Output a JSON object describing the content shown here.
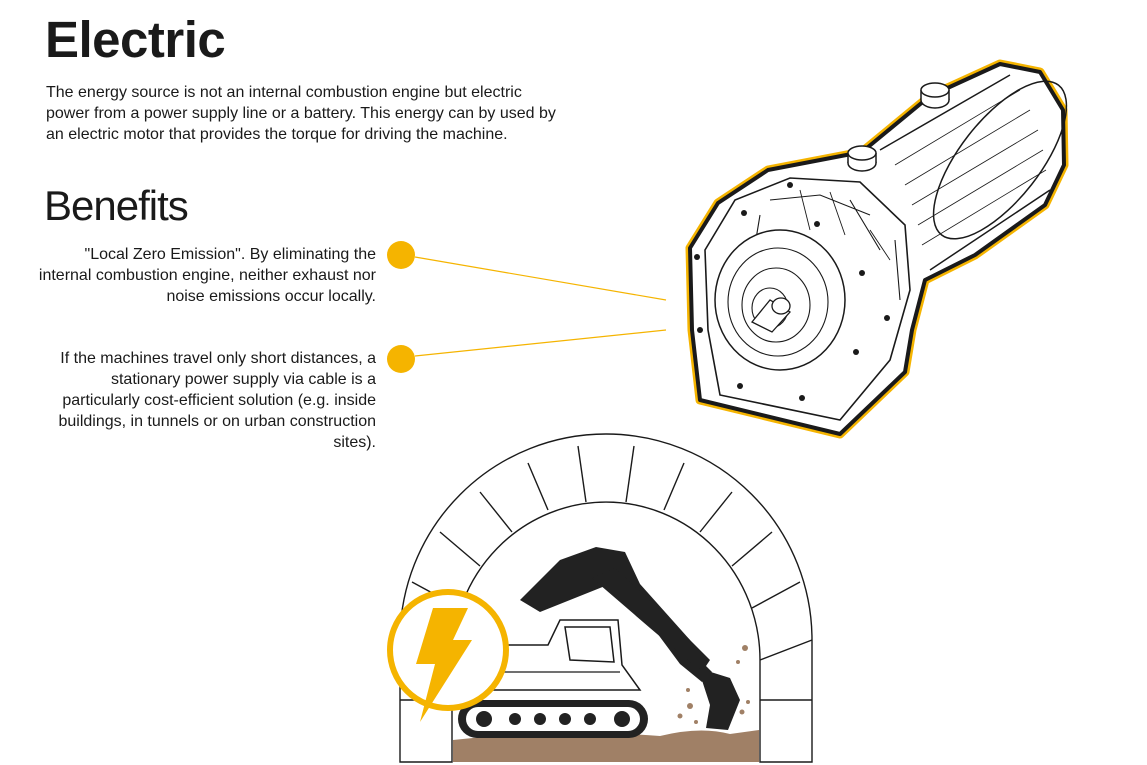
{
  "colors": {
    "accent": "#f5b400",
    "ink": "#1a1a1a",
    "soil": "#a08066"
  },
  "icons": [
    "electric-motor-illustration",
    "lightning-bolt-icon",
    "excavator-illustration",
    "tunnel-arch-illustration"
  ],
  "header": {
    "title": "Electric",
    "intro": "The energy source is not an internal combustion engine but electric power from a power supply line or a battery. This energy can by used by an electric motor that provides the torque for driving the machine."
  },
  "benefits": {
    "heading": "Benefits",
    "items": [
      {
        "text": "\"Local Zero Emission\". By eliminating the internal combustion engine, neither exhaust nor noise emissions occur locally."
      },
      {
        "text": "If the machines travel only short distances, a stationary power supply via cable is a particularly cost-efficient solution (e.g. inside buildings, in tunnels or on urban construction sites)."
      }
    ]
  }
}
